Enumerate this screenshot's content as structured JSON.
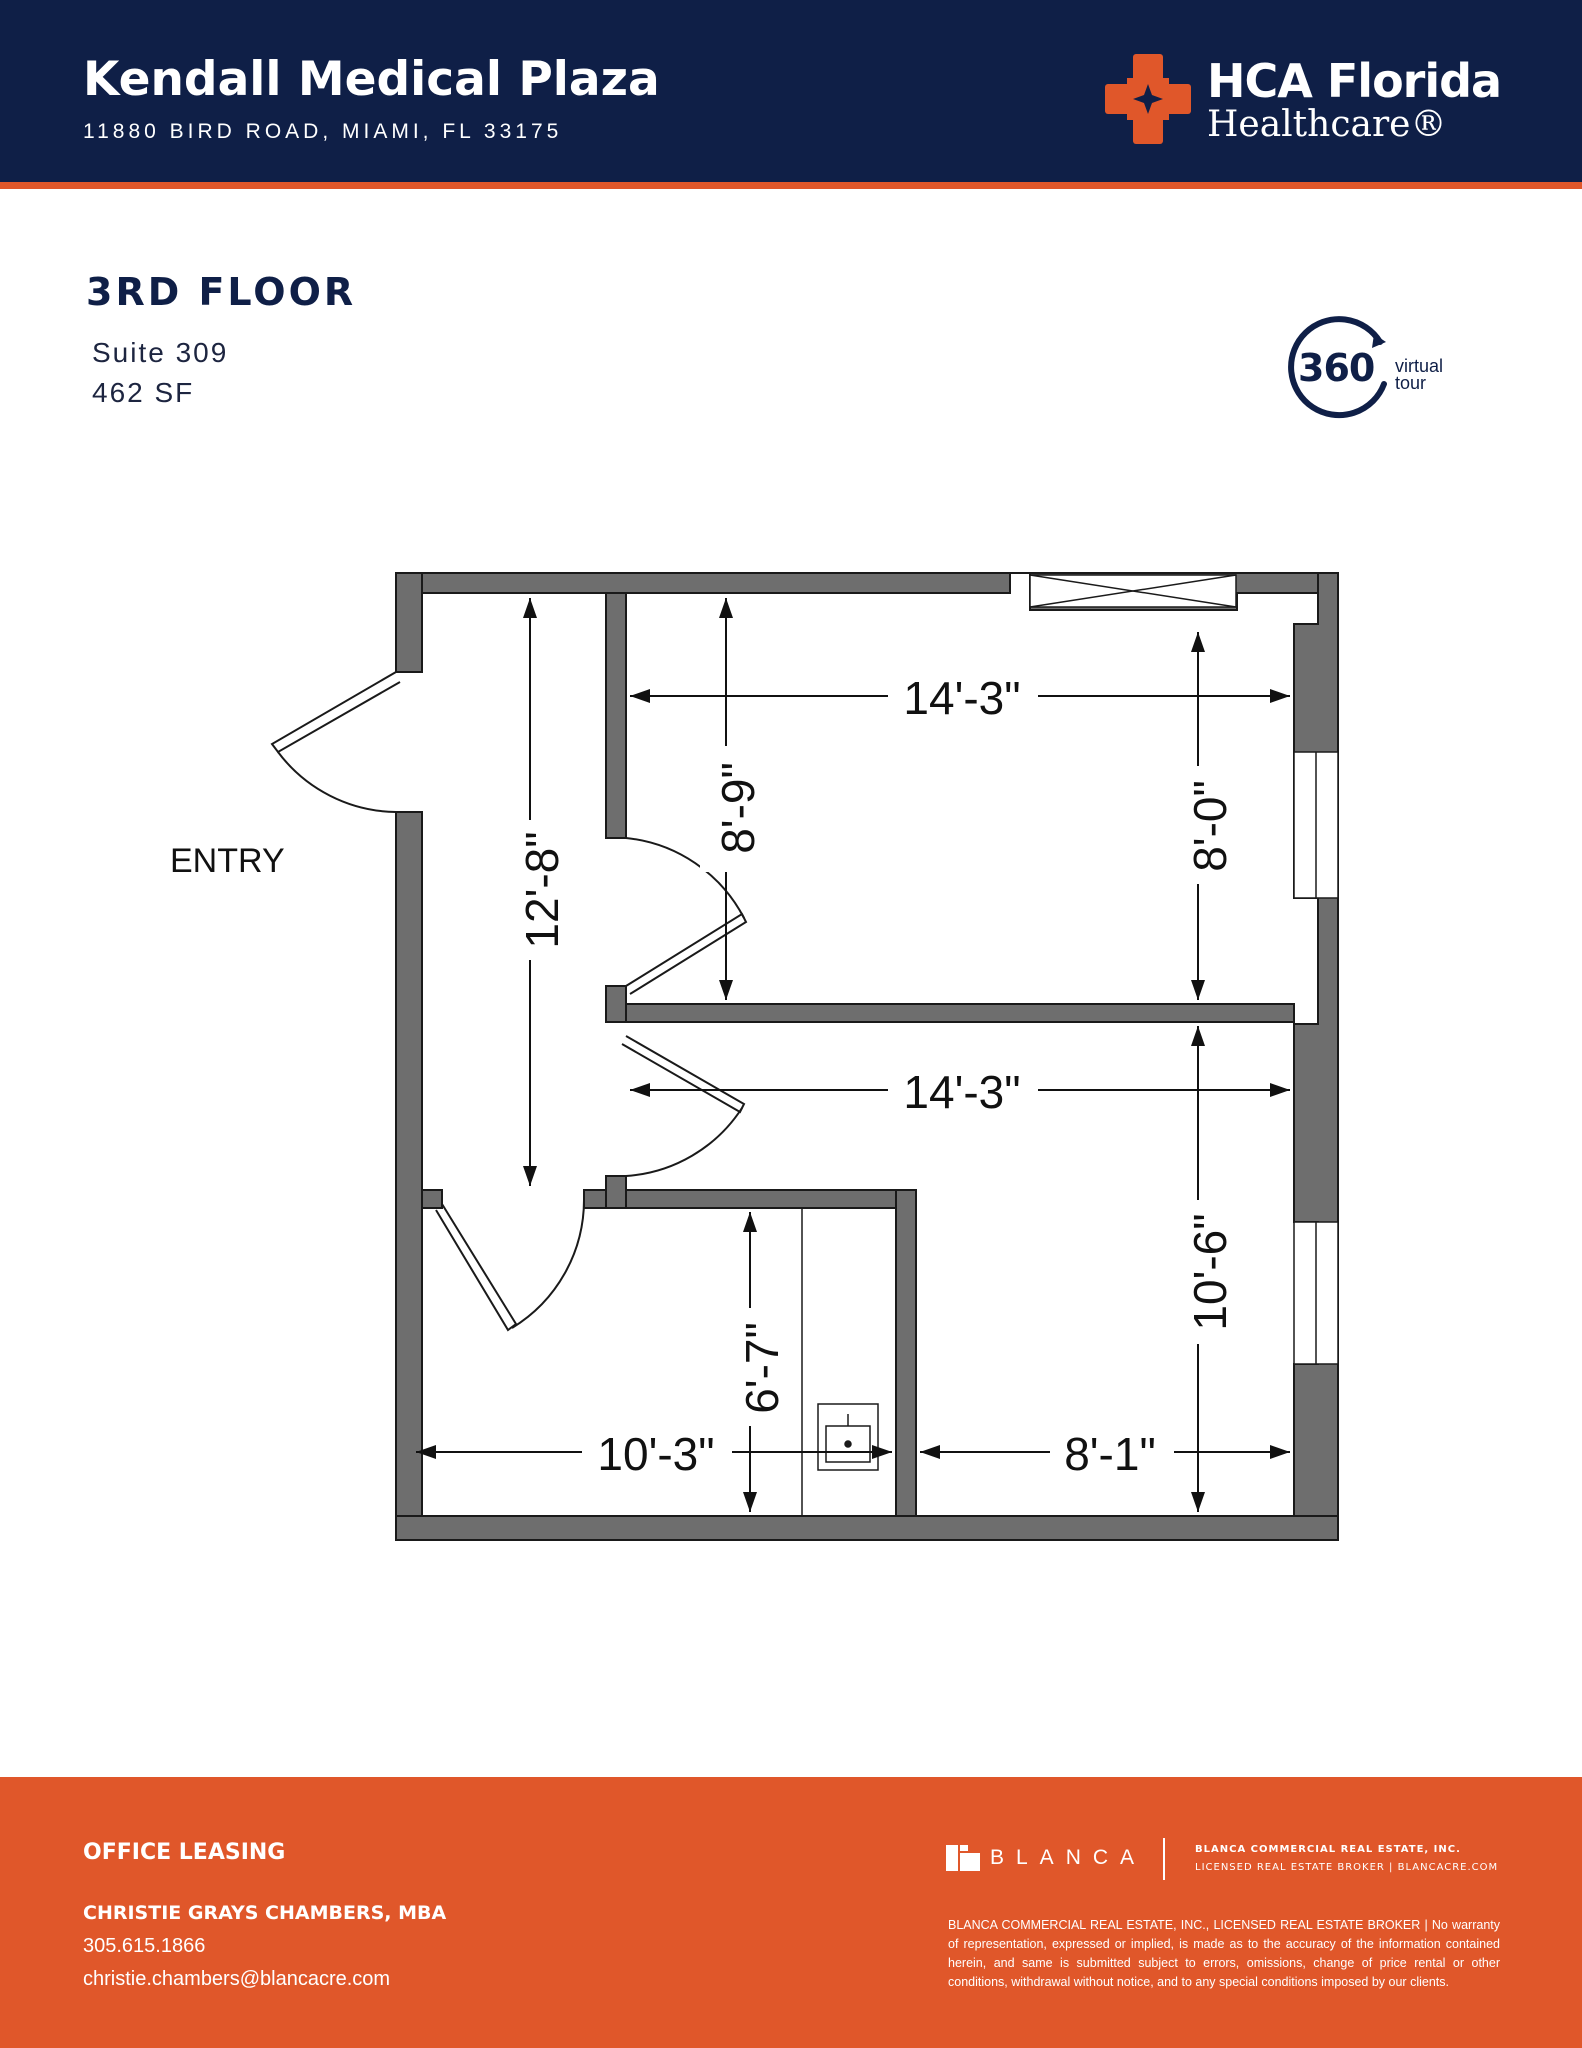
{
  "header": {
    "property_name": "Kendall Medical Plaza",
    "address": "11880 BIRD ROAD, MIAMI, FL 33175",
    "colors": {
      "navy": "#0f1f47",
      "orange": "#e0572a"
    },
    "logo": {
      "line1": "HCA Florida",
      "line2": "Healthcare®",
      "icon": "hca-cross-icon"
    }
  },
  "floor": {
    "title": "3RD FLOOR",
    "suite": "Suite 309",
    "area": "462 SF"
  },
  "tour": {
    "number": "360",
    "word1": "virtual",
    "word2": "tour",
    "icon": "360-tour-icon"
  },
  "plan": {
    "entry_label": "ENTRY",
    "dimensions": {
      "corridor_length": "12'-8\"",
      "room1_width": "14'-3\"",
      "room1_depth_left": "8'-9\"",
      "room1_depth_right": "8'-0\"",
      "room2_width": "14'-3\"",
      "room2_depth": "10'-6\"",
      "room3_width": "10'-3\"",
      "room3_depth": "6'-7\"",
      "room2_lower_width": "8'-1\""
    }
  },
  "footer": {
    "section_title": "OFFICE LEASING",
    "agent_name": "CHRISTIE GRAYS CHAMBERS, MBA",
    "agent_phone": "305.615.1866",
    "agent_email": "christie.chambers@blancacre.com",
    "brokerage_wordmark": "BLANCA",
    "brokerage_name": "BLANCA COMMERCIAL REAL ESTATE, INC.",
    "brokerage_license": "LICENSED REAL ESTATE BROKER | BLANCACRE.COM",
    "disclaimer": "BLANCA COMMERCIAL REAL ESTATE, INC., LICENSED REAL ESTATE BROKER | No warranty of representation, expressed or implied, is made as to the accuracy of the information contained herein, and same is submitted subject to errors, omissions, change of price rental or other conditions, withdrawal without notice, and to any special conditions imposed by our clients."
  }
}
